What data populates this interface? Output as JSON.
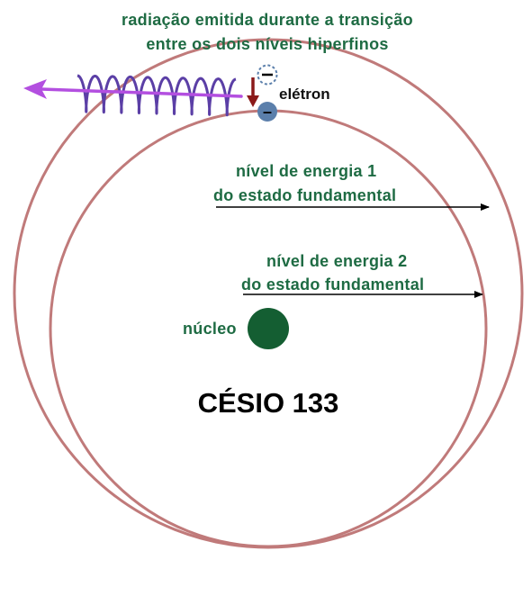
{
  "title": "CÉSIO 133",
  "radiation_label": {
    "line1": "radiação emitida durante a transição",
    "line2": "entre os dois níveis hiperfinos"
  },
  "electron_label": "elétron",
  "electron_charge": "–",
  "level1_label": {
    "line1": "nível de energia 1",
    "line2": "do estado fundamental"
  },
  "level2_label": {
    "line1": "nível de energia 2",
    "line2": "do estado fundamental"
  },
  "nucleus_label": "núcleo",
  "colors": {
    "orbit": "#c07a7a",
    "label_green": "#1e6b43",
    "nucleus": "#145e32",
    "electron": "#5b7fab",
    "wave": "#5b3fa6",
    "photon_arrow": "#b34fe0",
    "transition_arrow": "#8b1a1a",
    "pointer_arrow": "#000000"
  }
}
